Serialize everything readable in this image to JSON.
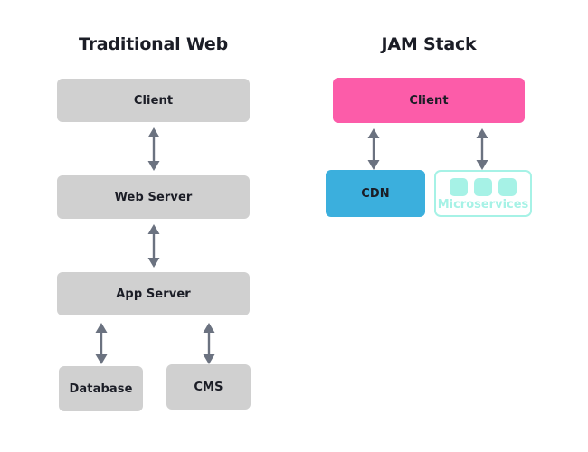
{
  "diagram": {
    "title_left": "Traditional Web",
    "title_right": "JAM Stack",
    "colors": {
      "gray": "#d0d0d0",
      "pink": "#fc5ca9",
      "blue": "#3bafdd",
      "cyan": "#a6f2e6",
      "arrow": "#6b7280",
      "text": "#1b1d26",
      "background": "#ffffff"
    },
    "columns": [
      {
        "name": "traditional-web",
        "title": "Traditional Web",
        "nodes": [
          {
            "id": "client",
            "label": "Client",
            "style": "gray"
          },
          {
            "id": "web-server",
            "label": "Web Server",
            "style": "gray"
          },
          {
            "id": "app-server",
            "label": "App Server",
            "style": "gray"
          },
          {
            "id": "database",
            "label": "Database",
            "style": "gray"
          },
          {
            "id": "cms",
            "label": "CMS",
            "style": "gray"
          }
        ],
        "connections": [
          {
            "from": "client",
            "to": "web-server",
            "type": "double-arrow"
          },
          {
            "from": "web-server",
            "to": "app-server",
            "type": "double-arrow"
          },
          {
            "from": "app-server",
            "to": "database",
            "type": "double-arrow"
          },
          {
            "from": "app-server",
            "to": "cms",
            "type": "double-arrow"
          }
        ]
      },
      {
        "name": "jam-stack",
        "title": "JAM Stack",
        "nodes": [
          {
            "id": "client",
            "label": "Client",
            "style": "pink"
          },
          {
            "id": "cdn",
            "label": "CDN",
            "style": "blue"
          },
          {
            "id": "microservices",
            "label": "Microservices",
            "style": "cyan-outline",
            "icon_count": 3
          }
        ],
        "connections": [
          {
            "from": "client",
            "to": "cdn",
            "type": "double-arrow"
          },
          {
            "from": "client",
            "to": "microservices",
            "type": "double-arrow"
          }
        ]
      }
    ]
  }
}
